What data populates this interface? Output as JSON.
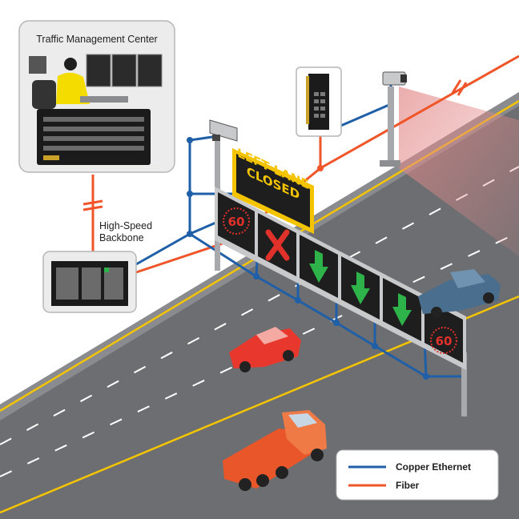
{
  "tmc": {
    "title": "Traffic Management Center"
  },
  "backbone": {
    "line1": "High-Speed",
    "line2": "Backbone"
  },
  "vms": {
    "line1": "LEFT LANE",
    "line2": "CLOSED"
  },
  "speed_limit": "60",
  "legend": {
    "items": [
      {
        "label": "Copper Ethernet",
        "color": "#1f5fa8"
      },
      {
        "label": "Fiber",
        "color": "#f0552a"
      }
    ]
  },
  "colors": {
    "copper": "#1f5fa8",
    "fiber": "#f0552a",
    "road": "#6d6e71",
    "lane_yellow": "#f5c400",
    "sign_face": "#1e1e1e"
  }
}
